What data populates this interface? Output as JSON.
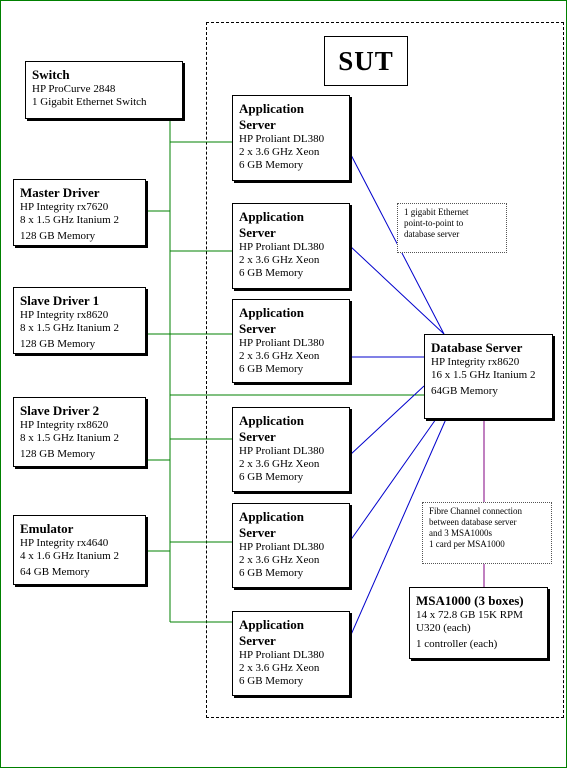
{
  "sut_label": "SUT",
  "switch": {
    "title": "Switch",
    "line1": "HP ProCurve  2848",
    "line2": "1 Gigabit Ethernet Switch"
  },
  "drivers": [
    {
      "title": "Master Driver",
      "line1": "HP Integrity rx7620",
      "line2": "8 x 1.5 GHz Itanium 2",
      "line3": "128 GB Memory"
    },
    {
      "title": "Slave Driver 1",
      "line1": "HP Integrity rx8620",
      "line2": "8 x 1.5 GHz Itanium 2",
      "line3": "128 GB Memory"
    },
    {
      "title": "Slave Driver 2",
      "line1": "HP Integrity rx8620",
      "line2": "8 x 1.5 GHz Itanium 2",
      "line3": "128 GB Memory"
    },
    {
      "title": "Emulator",
      "line1": "HP Integrity rx4640",
      "line2": "4 x 1.6 GHz Itanium 2",
      "line3": "64 GB Memory"
    }
  ],
  "app_servers": [
    {
      "title1": "Application",
      "title2": "Server",
      "line1": "HP Proliant DL380",
      "line2": "2 x 3.6 GHz Xeon",
      "line3": "6 GB Memory"
    },
    {
      "title1": "Application",
      "title2": "Server",
      "line1": "HP Proliant DL380",
      "line2": "2 x 3.6 GHz Xeon",
      "line3": "6 GB Memory"
    },
    {
      "title1": "Application",
      "title2": "Server",
      "line1": "HP Proliant DL380",
      "line2": "2 x 3.6 GHz Xeon",
      "line3": "6 GB Memory"
    },
    {
      "title1": "Application",
      "title2": "Server",
      "line1": "HP Proliant DL380",
      "line2": "2 x 3.6 GHz Xeon",
      "line3": "6 GB Memory"
    },
    {
      "title1": "Application",
      "title2": "Server",
      "line1": "HP Proliant DL380",
      "line2": "2 x 3.6 GHz Xeon",
      "line3": "6 GB Memory"
    },
    {
      "title1": "Application",
      "title2": "Server",
      "line1": "HP Proliant DL380",
      "line2": "2 x 3.6 GHz Xeon",
      "line3": "6 GB Memory"
    }
  ],
  "database": {
    "title": "Database Server",
    "line1": "HP Integrity rx8620",
    "line2": "16 x 1.5 GHz Itanium 2",
    "line3": "64GB Memory"
  },
  "msa": {
    "title": "MSA1000 (3 boxes)",
    "line1": "14 x 72.8 GB 15K RPM",
    "line2": "U320 (each)",
    "line3": "1 controller (each)"
  },
  "notes": {
    "ethernet": {
      "line1": "1 gigabit Ethernet",
      "line2": "point-to-point to",
      "line3": "database server"
    },
    "fibre": {
      "line1": "Fibre Channel connection",
      "line2": "between database server",
      "line3": "and 3 MSA1000s",
      "line4": "1 card per MSA1000"
    }
  },
  "colors": {
    "ethernet_link": "#008000",
    "db_link": "#0000cc",
    "fibre_link": "#800080",
    "frame": "#008000"
  }
}
